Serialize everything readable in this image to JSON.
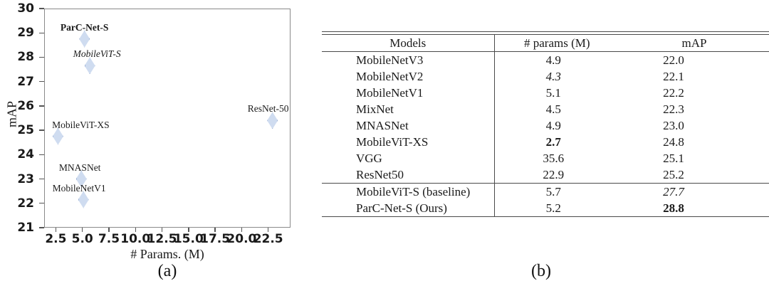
{
  "chart_data": [
    {
      "type": "scatter",
      "panel": "a",
      "title": "",
      "xlabel": "# Params. (M)",
      "ylabel": "mAP",
      "xlim": [
        1.4,
        24.6
      ],
      "ylim": [
        21,
        30
      ],
      "grid": false,
      "legend": "none",
      "marker": "diamond",
      "marker_fill": "#cfdcf0",
      "marker_edge": "#9fb4d8",
      "xticks": [
        "2.5",
        "5.0",
        "7.5",
        "10.0",
        "12.5",
        "15.0",
        "17.5",
        "20.0",
        "22.5"
      ],
      "xtick_values": [
        2.5,
        5.0,
        7.5,
        10.0,
        12.5,
        15.0,
        17.5,
        20.0,
        22.5
      ],
      "yticks": [
        "21",
        "22",
        "23",
        "24",
        "25",
        "26",
        "27",
        "28",
        "29",
        "30"
      ],
      "ytick_values": [
        21,
        22,
        23,
        24,
        25,
        26,
        27,
        28,
        29,
        30
      ],
      "points": [
        {
          "label": "ParC-Net-S",
          "x": 5.2,
          "y": 28.75,
          "style": "bold",
          "label_dx": 0,
          "label_dy": -24
        },
        {
          "label": "MobileViT-S",
          "x": 5.7,
          "y": 27.65,
          "style": "italic",
          "label_dx": 10,
          "label_dy": -24
        },
        {
          "label": "ResNet-50",
          "x": 22.9,
          "y": 25.4,
          "style": "normal",
          "label_dx": -6,
          "label_dy": -24
        },
        {
          "label": "MobileViT-XS",
          "x": 2.7,
          "y": 24.75,
          "style": "normal",
          "label_dx": 32,
          "label_dy": -24
        },
        {
          "label": "MNASNet",
          "x": 4.9,
          "y": 23.0,
          "style": "normal",
          "label_dx": -2,
          "label_dy": -24
        },
        {
          "label": "MobileNetV1",
          "x": 5.1,
          "y": 22.15,
          "style": "normal",
          "label_dx": -6,
          "label_dy": -24
        }
      ]
    },
    {
      "type": "table",
      "panel": "b",
      "title": "",
      "columns": [
        "Models",
        "# params (M)",
        "mAP"
      ],
      "rows": [
        {
          "model": "MobileNetV3",
          "params": "4.9",
          "params_style": "normal",
          "map": "22.0",
          "map_style": "normal"
        },
        {
          "model": "MobileNetV2",
          "params": "4.3",
          "params_style": "italic",
          "map": "22.1",
          "map_style": "normal"
        },
        {
          "model": "MobileNetV1",
          "params": "5.1",
          "params_style": "normal",
          "map": "22.2",
          "map_style": "normal"
        },
        {
          "model": "MixNet",
          "params": "4.5",
          "params_style": "normal",
          "map": "22.3",
          "map_style": "normal"
        },
        {
          "model": "MNASNet",
          "params": "4.9",
          "params_style": "normal",
          "map": "23.0",
          "map_style": "normal"
        },
        {
          "model": "MobileViT-XS",
          "params": "2.7",
          "params_style": "bold",
          "map": "24.8",
          "map_style": "normal"
        },
        {
          "model": "VGG",
          "params": "35.6",
          "params_style": "normal",
          "map": "25.1",
          "map_style": "normal"
        },
        {
          "model": "ResNet50",
          "params": "22.9",
          "params_style": "normal",
          "map": "25.2",
          "map_style": "normal"
        },
        {
          "model": "MobileViT-S (baseline)",
          "params": "5.7",
          "params_style": "normal",
          "map": "27.7",
          "map_style": "italic",
          "group_start": true
        },
        {
          "model": "ParC-Net-S (Ours)",
          "params": "5.2",
          "params_style": "normal",
          "map": "28.8",
          "map_style": "bold"
        }
      ]
    }
  ],
  "panel_a": {
    "caption": "(a)",
    "xlabel": "# Params. (M)",
    "ylabel": "mAP"
  },
  "panel_b": {
    "caption": "(b)"
  }
}
